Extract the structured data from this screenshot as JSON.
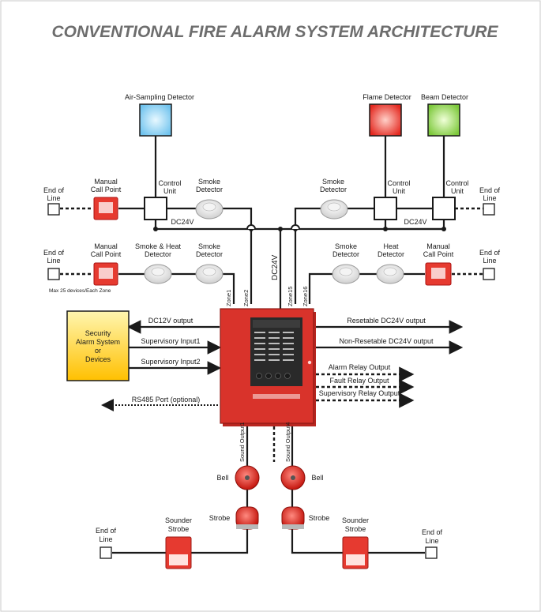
{
  "title": "CONVENTIONAL FIRE ALARM SYSTEM ARCHITECTURE",
  "detectors": {
    "air_sampling": "Air-Sampling Detector",
    "flame": "Flame Detector",
    "beam": "Beam Detector"
  },
  "labels": {
    "end_of_line": [
      "End of",
      "Line"
    ],
    "manual_call_point": [
      "Manual",
      "Call Point"
    ],
    "control_unit": [
      "Control",
      "Unit"
    ],
    "smoke_detector": [
      "Smoke",
      "Detector"
    ],
    "smoke_heat_detector": [
      "Smoke & Heat",
      "Detector"
    ],
    "heat_detector": [
      "Heat",
      "Detector"
    ],
    "dc24v": "DC24V",
    "max_devices_note": "Max 25 devices/Each Zone",
    "bell": "Bell",
    "strobe": "Strobe",
    "sounder_strobe": [
      "Sounder",
      "Strobe"
    ]
  },
  "zones": [
    "Zone1",
    "Zone2",
    "Zone15",
    "Zone16"
  ],
  "security_box": [
    "Security",
    "Alarm System",
    "or",
    "Devices"
  ],
  "left_io": {
    "dc12v": "DC12V output",
    "sup1": "Supervisory Input1",
    "sup2": "Supervisory Input2",
    "rs485": "RS485 Port (optional)"
  },
  "right_io": {
    "resettable": "Resetable DC24V output",
    "non_resettable": "Non-Resetable DC24V output",
    "alarm_relay": "Alarm Relay Output",
    "fault_relay": "Fault Relay Output",
    "supervisory_relay": "Supervisory Relay Output"
  },
  "sound_outputs": [
    "Sound Output1",
    "Sound Output4"
  ],
  "colors": {
    "air_sampling": "#8fd3f5",
    "flame": "#e8352b",
    "beam": "#8ed24a",
    "panel": "#d9332b",
    "security_box": "#ffd21f"
  }
}
